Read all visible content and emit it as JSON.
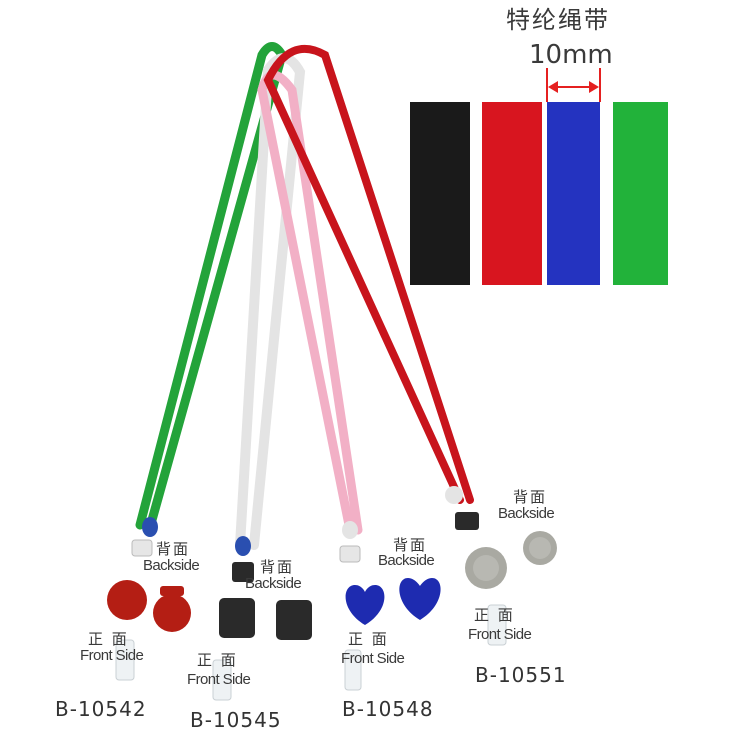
{
  "header": {
    "title": "特纶绳带",
    "width_label": "10mm"
  },
  "colors": {
    "black": "#1a1a1a",
    "red": "#d8151f",
    "blue": "#2433c0",
    "green": "#22b23a",
    "pink": "#f0a8c0",
    "white": "#e8e8e8",
    "gray": "#a9a9a2"
  },
  "swatches": [
    "black",
    "red",
    "blue",
    "green"
  ],
  "products": [
    {
      "code": "B-10542",
      "back_cn": "背面",
      "back_en": "Backside",
      "front_cn": "正 面",
      "front_en": "Front Side"
    },
    {
      "code": "B-10545",
      "back_cn": "背面",
      "back_en": "Backside",
      "front_cn": "正 面",
      "front_en": "Front Side"
    },
    {
      "code": "B-10548",
      "back_cn": "背面",
      "back_en": "Backside",
      "front_cn": "正 面",
      "front_en": "Front Side"
    },
    {
      "code": "B-10551",
      "back_cn": "背面",
      "back_en": "Backside",
      "front_cn": "正 面",
      "front_en": "Front Side"
    }
  ]
}
